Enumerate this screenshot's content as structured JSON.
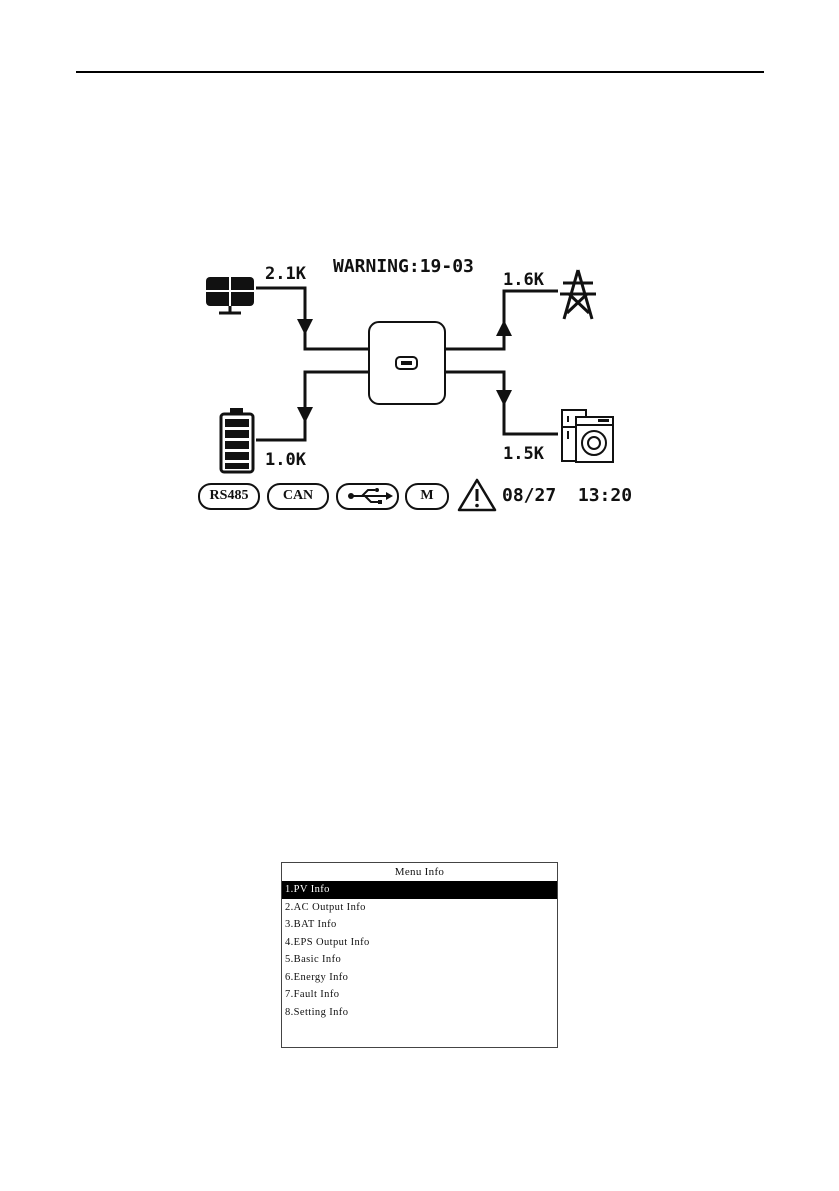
{
  "lcd": {
    "warning": "WARNING:19-03",
    "pv_power": "2.1K",
    "battery_power": "1.0K",
    "grid_power": "1.6K",
    "load_power": "1.5K",
    "status_buttons": [
      "RS485",
      "CAN",
      "M"
    ],
    "usb_icon": "usb-icon",
    "warning_icon": "warning-triangle-icon",
    "datetime": "08/27  13:20"
  },
  "menu": {
    "title": "Menu Info",
    "items": [
      "1.PV Info",
      "2.AC Output Info",
      "3.BAT Info",
      "4.EPS Output Info",
      "5.Basic Info",
      "6.Energy Info",
      "7.Fault Info",
      "8.Setting Info"
    ],
    "selected_index": 0
  }
}
